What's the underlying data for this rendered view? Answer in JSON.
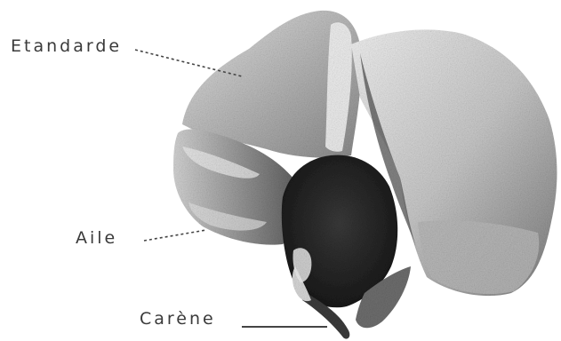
{
  "labels": {
    "standard": "Etandarde",
    "wing": "Aile",
    "keel": "Carène"
  },
  "colors": {
    "background": "#ffffff",
    "petal_light": "#dcdcdc",
    "petal_mid": "#9a9a9a",
    "petal_dark": "#4a4a4a",
    "keel_dark": "#262626",
    "label_text": "#3a3a3a",
    "leader_line": "#444444"
  }
}
